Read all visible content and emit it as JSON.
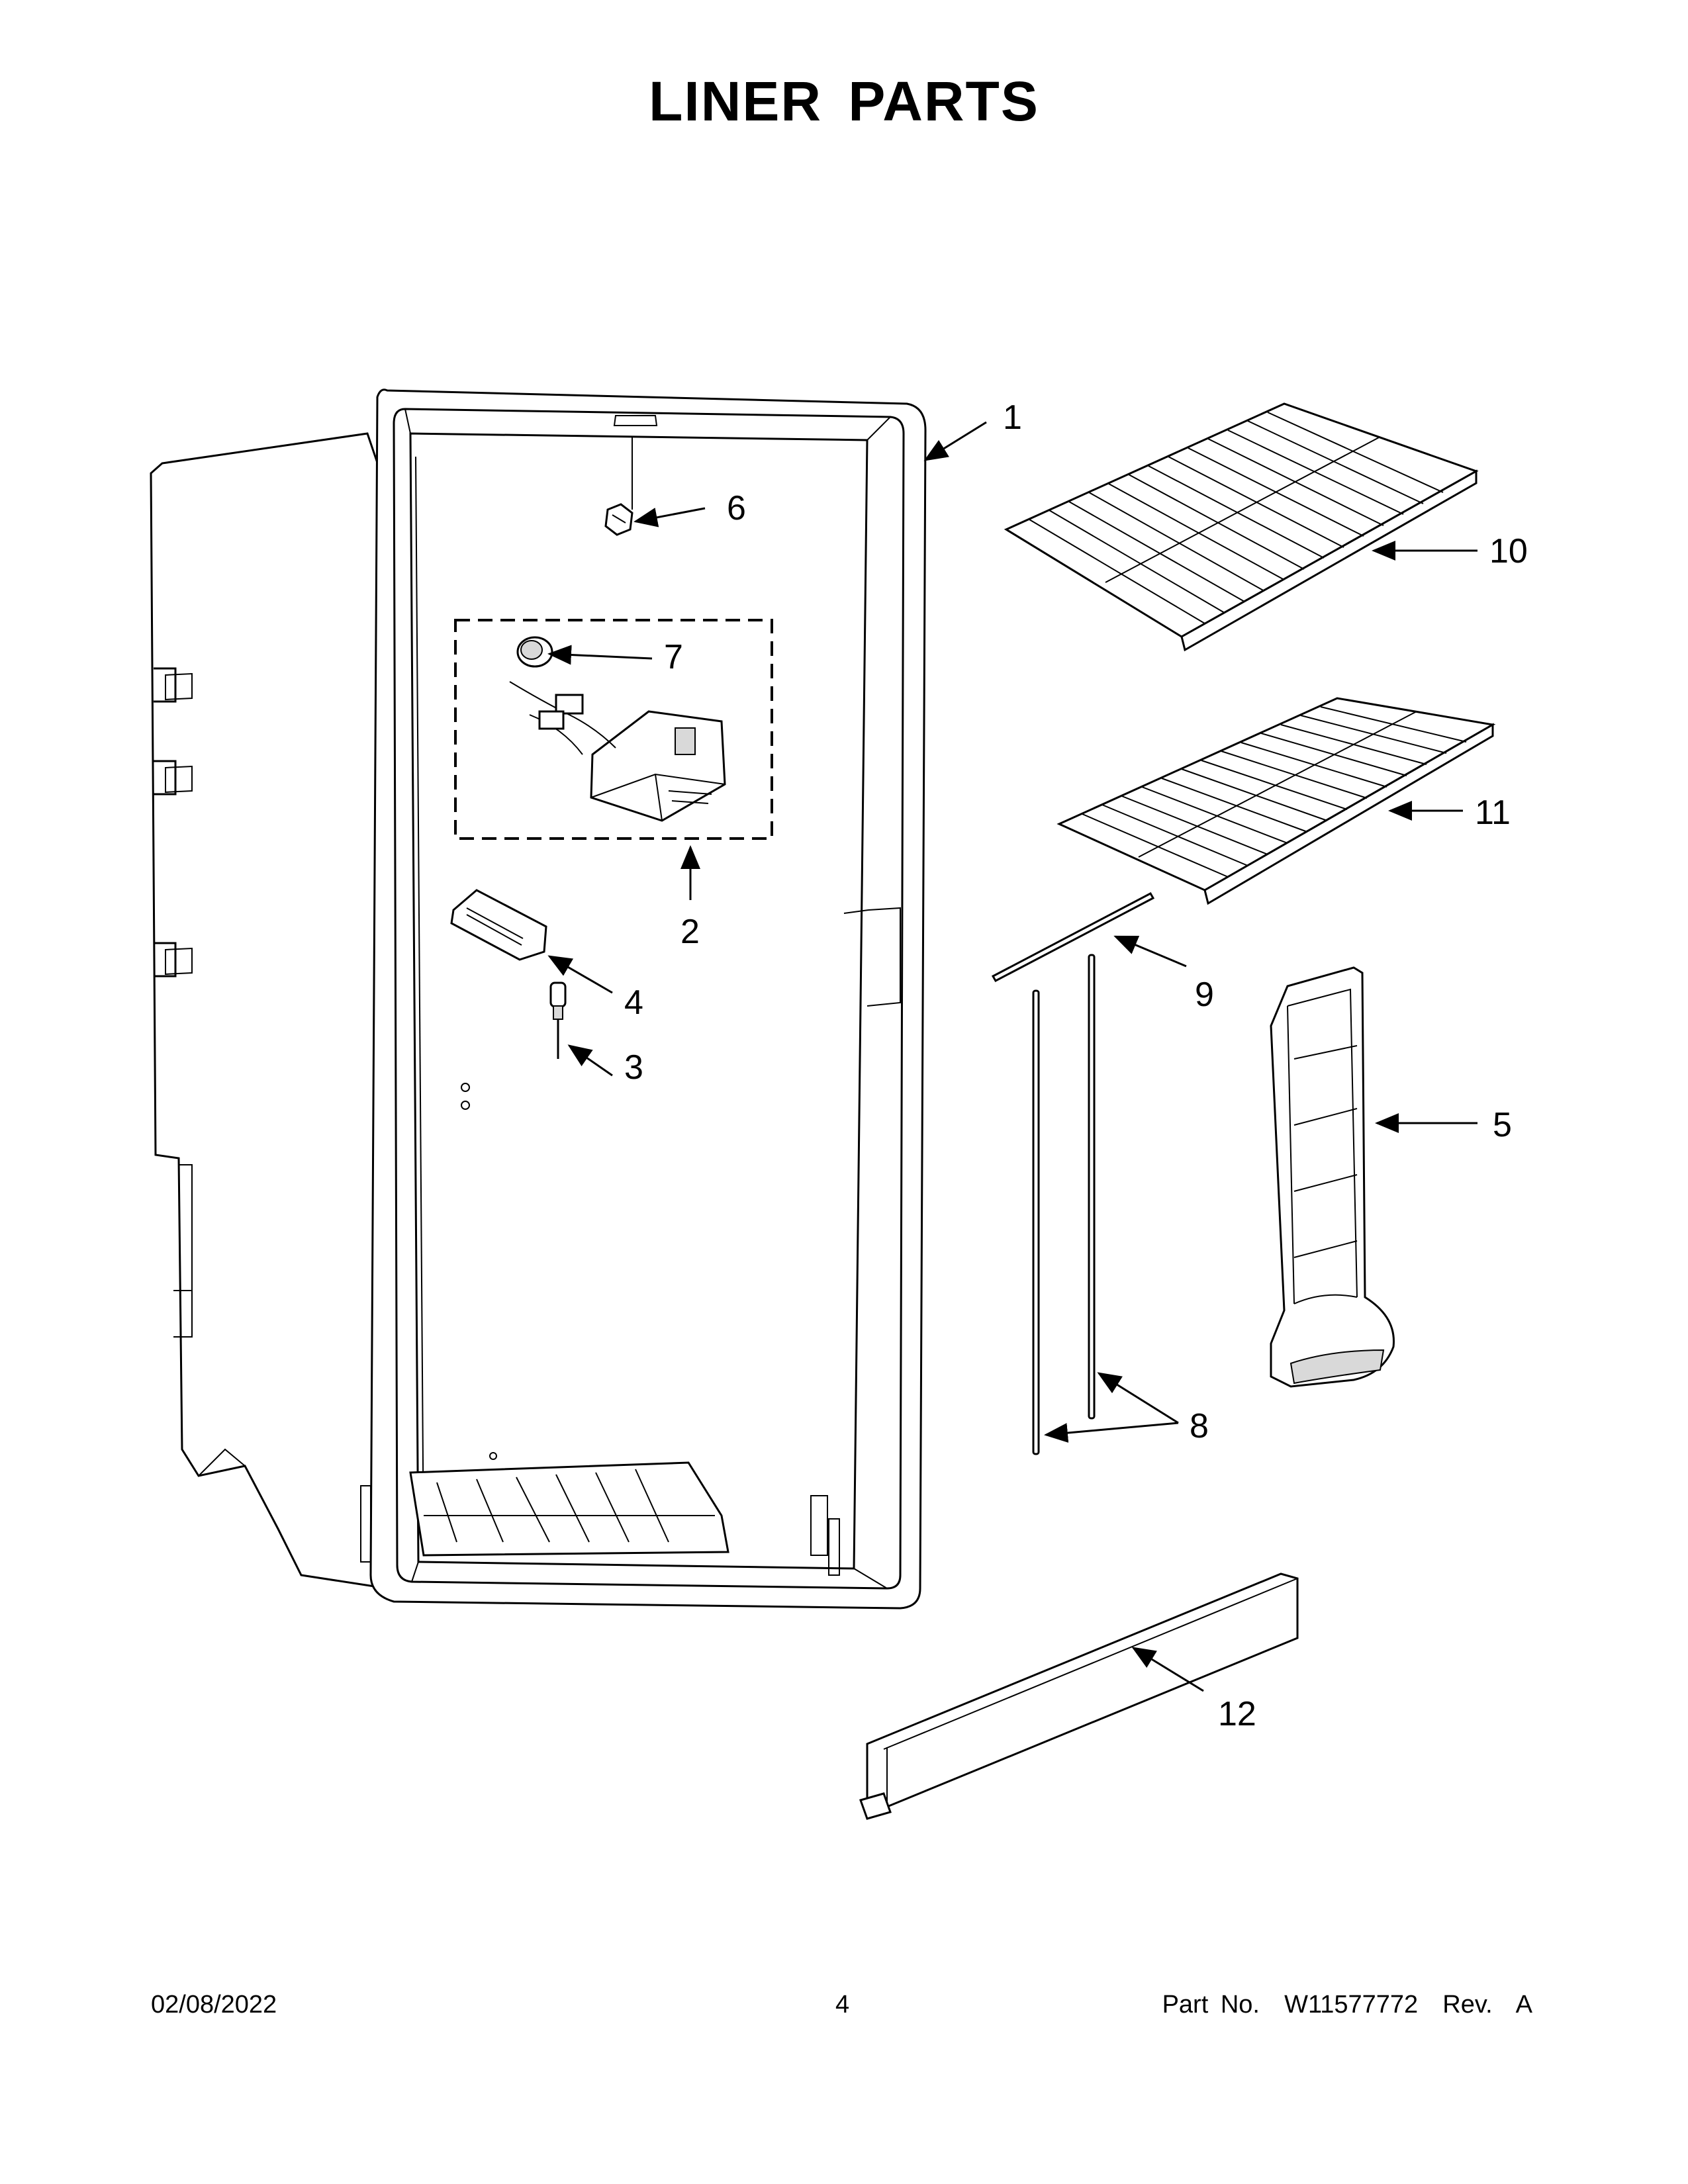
{
  "title": "LINER PARTS",
  "callouts": [
    {
      "id": "1",
      "label": "1"
    },
    {
      "id": "2",
      "label": "2"
    },
    {
      "id": "3",
      "label": "3"
    },
    {
      "id": "4",
      "label": "4"
    },
    {
      "id": "5",
      "label": "5"
    },
    {
      "id": "6",
      "label": "6"
    },
    {
      "id": "7",
      "label": "7"
    },
    {
      "id": "8",
      "label": "8"
    },
    {
      "id": "9",
      "label": "9"
    },
    {
      "id": "10",
      "label": "10"
    },
    {
      "id": "11",
      "label": "11"
    },
    {
      "id": "12",
      "label": "12"
    }
  ],
  "footer": {
    "date": "02/08/2022",
    "page": "4",
    "part_no": "Part No.  W11577772  Rev.  A"
  }
}
